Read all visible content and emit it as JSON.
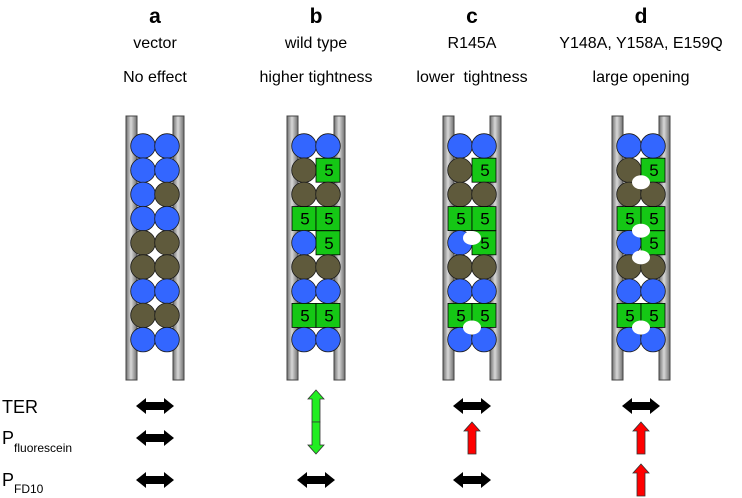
{
  "panels": [
    {
      "letter": "a",
      "construct": "vector",
      "effect": "No effect",
      "cells": [
        [
          "blue",
          "blue"
        ],
        [
          "blue",
          "blue"
        ],
        [
          "blue",
          "olive"
        ],
        [
          "blue",
          "blue"
        ],
        [
          "olive",
          "olive"
        ],
        [
          "olive",
          "olive"
        ],
        [
          "blue",
          "blue"
        ],
        [
          "olive",
          "olive"
        ],
        [
          "blue",
          "blue"
        ]
      ],
      "openings": [],
      "indicators": {
        "TER": "both",
        "fluorescein": "both",
        "FD10": "both"
      }
    },
    {
      "letter": "b",
      "construct": "wild type",
      "effect": "higher tightness",
      "cells": [
        [
          "blue",
          "blue"
        ],
        [
          "olive",
          "green5"
        ],
        [
          "olive",
          "olive"
        ],
        [
          "green5",
          "green5"
        ],
        [
          "blue",
          "green5"
        ],
        [
          "olive",
          "olive"
        ],
        [
          "blue",
          "blue"
        ],
        [
          "green5",
          "green5"
        ],
        [
          "blue",
          "blue"
        ]
      ],
      "openings": [],
      "indicators": {
        "TER": "up-green",
        "fluorescein": "down-green",
        "FD10": "both"
      }
    },
    {
      "letter": "c",
      "construct": "R145A",
      "effect": "lower  tightness",
      "cells": [
        [
          "blue",
          "blue"
        ],
        [
          "olive",
          "green5"
        ],
        [
          "olive",
          "olive"
        ],
        [
          "green5",
          "green5"
        ],
        [
          "blue",
          "green5"
        ],
        [
          "olive",
          "olive"
        ],
        [
          "blue",
          "blue"
        ],
        [
          "green5",
          "green5"
        ],
        [
          "blue",
          "blue"
        ]
      ],
      "openings": [
        3.8,
        7.5
      ],
      "indicators": {
        "TER": "both",
        "fluorescein": "up-red",
        "FD10": "both"
      }
    },
    {
      "letter": "d",
      "construct": "Y148A, Y158A, E159Q",
      "effect": "large opening",
      "cells": [
        [
          "blue",
          "blue"
        ],
        [
          "olive",
          "green5"
        ],
        [
          "olive",
          "olive"
        ],
        [
          "green5",
          "green5"
        ],
        [
          "blue",
          "green5"
        ],
        [
          "olive",
          "olive"
        ],
        [
          "blue",
          "blue"
        ],
        [
          "green5",
          "green5"
        ],
        [
          "blue",
          "blue"
        ]
      ],
      "openings": [
        1.5,
        3.5,
        4.6,
        7.5
      ],
      "indicators": {
        "TER": "both",
        "fluorescein": "up-red",
        "FD10": "up-red"
      }
    }
  ],
  "cell_label": "5",
  "rows": {
    "ter": {
      "main": "TER",
      "sub": ""
    },
    "fluorescein": {
      "main": "P",
      "sub": "fluorescein"
    },
    "fd10": {
      "main": "P",
      "sub": "FD10"
    }
  },
  "colors": {
    "blue": "#3366ff",
    "olive": "#5f5a3c",
    "green": "#15c715",
    "arrow_green": "#22ee22",
    "arrow_red": "#ff0000",
    "arrow_black": "#000000",
    "wall_light": "#d9d9d9",
    "wall_dark": "#707070"
  }
}
